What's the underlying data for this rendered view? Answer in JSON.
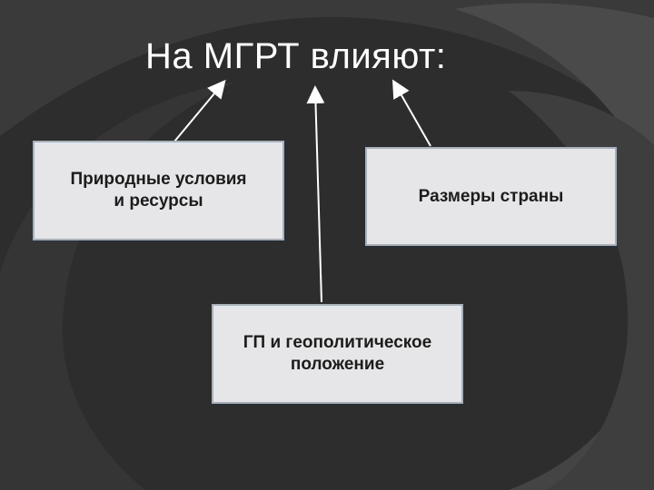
{
  "title": "На МГРТ влияют:",
  "boxes": {
    "natural": {
      "line1": "Природные условия",
      "line2": "и ресурсы"
    },
    "size": {
      "line1": "Размеры страны"
    },
    "geo": {
      "line1": "ГП и геополитическое",
      "line2": "положение"
    }
  },
  "colors": {
    "background": "#2d2d2d",
    "box_fill": "#e6e6e8",
    "box_border": "#a5b1bc",
    "arrow": "#ffffff"
  }
}
